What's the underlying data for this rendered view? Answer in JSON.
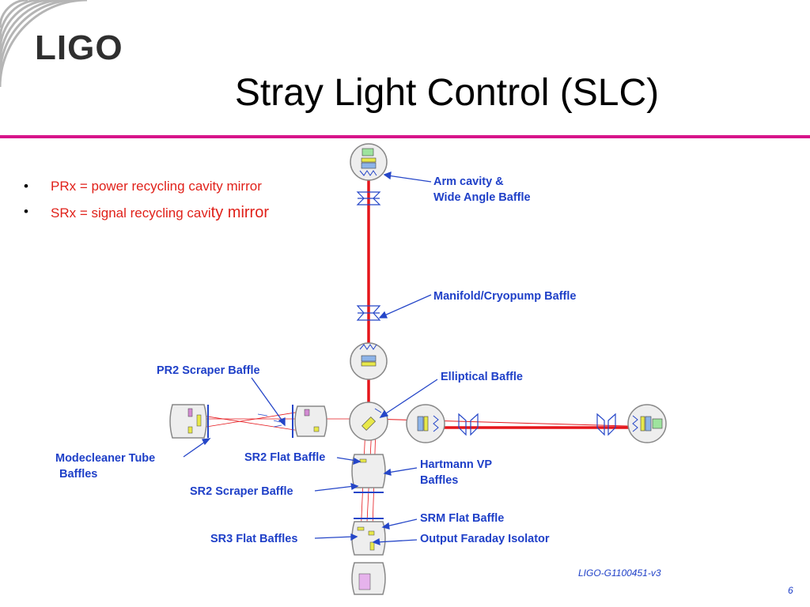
{
  "header": {
    "logo": "LIGO",
    "title": "Stray Light Control (SLC)"
  },
  "bullets": [
    {
      "text": "PRx = power recycling cavity mirror"
    },
    {
      "text_a": "SRx = signal recycling cavi",
      "text_b": "ty mirror"
    }
  ],
  "labels": {
    "arm_cavity_1": "Arm cavity &",
    "arm_cavity_2": "Wide Angle Baffle",
    "manifold": "Manifold/Cryopump Baffle",
    "pr2_scraper": "PR2 Scraper Baffle",
    "elliptical": "Elliptical Baffle",
    "modecleaner_1": "Modecleaner Tube",
    "modecleaner_2": "Baffles",
    "sr2_flat": "SR2 Flat Baffle",
    "hartmann_1": "Hartmann VP",
    "hartmann_2": "Baffles",
    "sr2_scraper": "SR2 Scraper Baffle",
    "srm_flat": "SRM Flat Baffle",
    "sr3_flat": "SR3 Flat Baffles",
    "output_faraday": "Output Faraday Isolator"
  },
  "footer": {
    "doc_id": "LIGO-G1100451-v3",
    "page": "6"
  },
  "colors": {
    "accent_rule": "#d7158a",
    "label_blue": "#1f40c8",
    "beam_red": "#e5161b",
    "bullet_red": "#e0211a"
  }
}
